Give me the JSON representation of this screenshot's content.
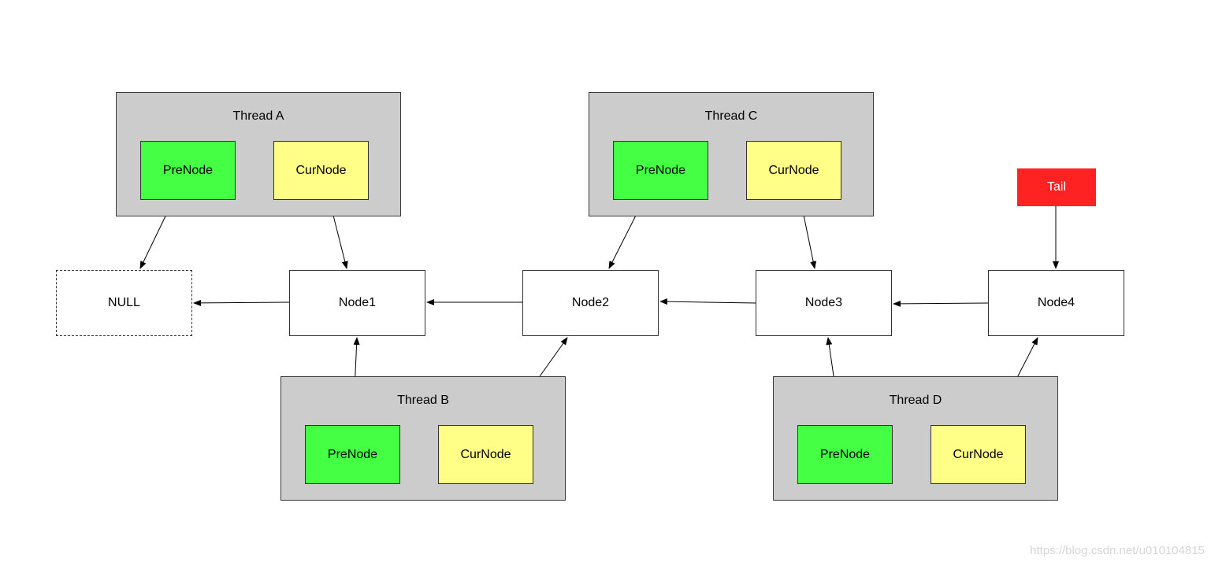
{
  "threads": {
    "a": {
      "title": "Thread A",
      "pre": "PreNode",
      "cur": "CurNode"
    },
    "b": {
      "title": "Thread B",
      "pre": "PreNode",
      "cur": "CurNode"
    },
    "c": {
      "title": "Thread C",
      "pre": "PreNode",
      "cur": "CurNode"
    },
    "d": {
      "title": "Thread D",
      "pre": "PreNode",
      "cur": "CurNode"
    }
  },
  "nodes": {
    "null": "NULL",
    "node1": "Node1",
    "node2": "Node2",
    "node3": "Node3",
    "node4": "Node4",
    "tail": "Tail"
  },
  "watermark": "https://blog.csdn.net/u010104815",
  "colors": {
    "thread_bg": "#cccccc",
    "pre_node": "#44ff44",
    "cur_node": "#ffff88",
    "tail": "#ff2222",
    "arrow": "#000000"
  }
}
